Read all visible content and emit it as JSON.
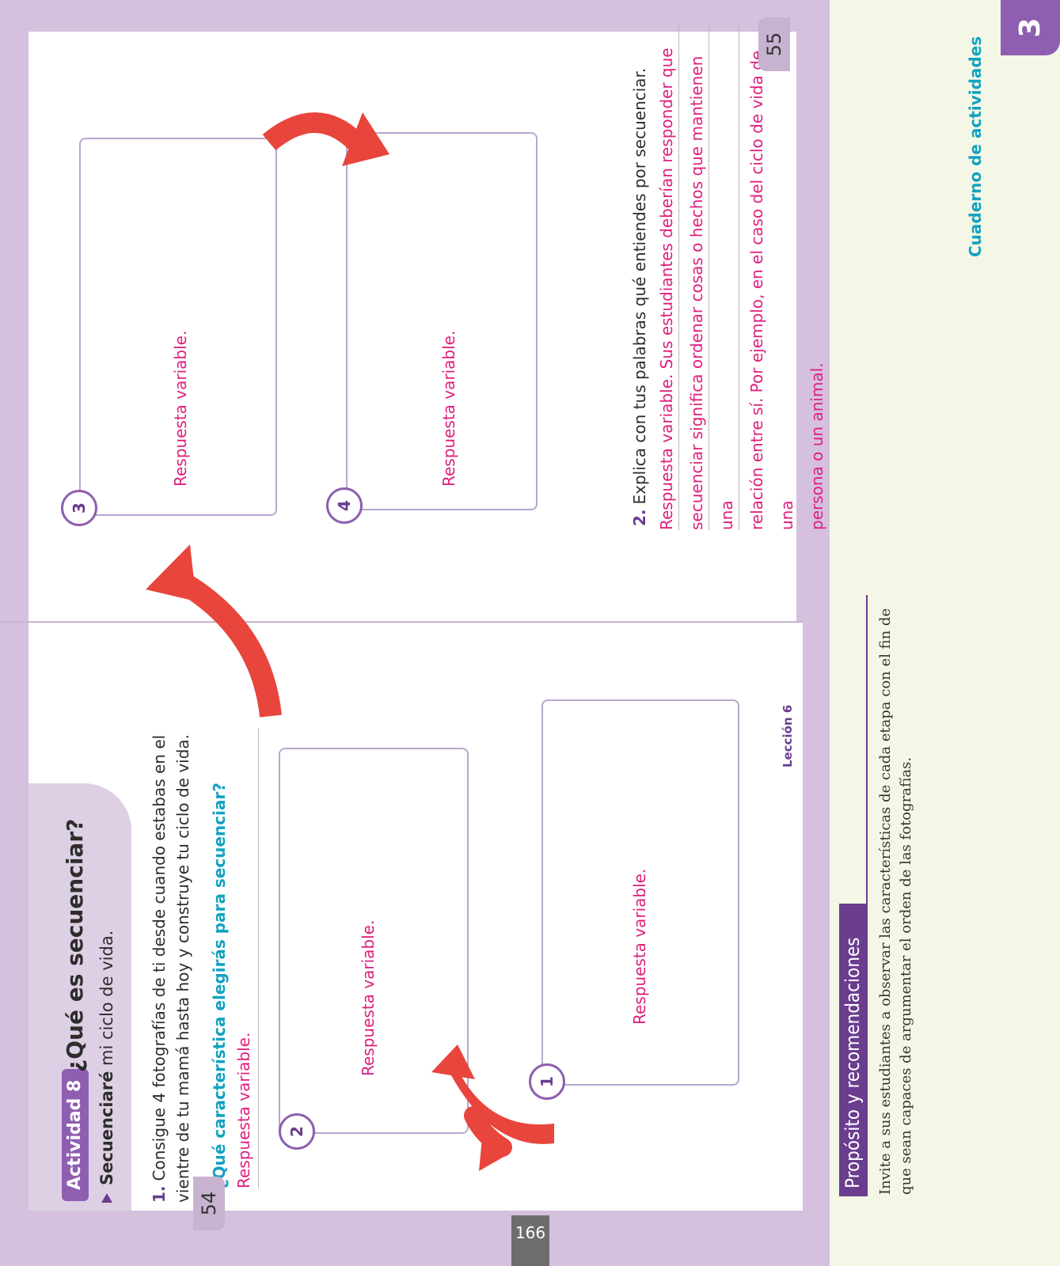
{
  "footer": {
    "page_number": "166"
  },
  "left_page": {
    "badge": "Actividad 8",
    "title": "¿Qué es secuenciar?",
    "subtitle_bold": "Secuenciaré",
    "subtitle_rest": " mi ciclo de vida.",
    "q1_num": "1.",
    "q1_text": "Consigue 4 fotografías de ti desde cuando estabas en el vientre de tu mamá hasta hoy y construye tu ciclo de vida.",
    "cyan_question": "¿Qué característica elegirás para secuenciar?",
    "cyan_answer": "Respuesta variable.",
    "page_number": "54",
    "leccion": "Lección 6",
    "box2": {
      "num": "2",
      "label": "Respuesta variable."
    },
    "box1": {
      "num": "1",
      "label": "Respuesta variable."
    }
  },
  "right_page": {
    "box3": {
      "num": "3",
      "label": "Respuesta variable."
    },
    "box4": {
      "num": "4",
      "label": "Respuesta variable."
    },
    "q2_num": "2.",
    "q2_text": "Explica con tus palabras qué entiendes por secuenciar.",
    "q2_answer_line1": "Respuesta variable. Sus estudiantes deberían responder que",
    "q2_answer_line2": "secuenciar significa ordenar cosas o hechos que mantienen una",
    "q2_answer_line3": "relación entre sí. Por ejemplo, en el caso del ciclo de vida de una",
    "q2_answer_line4": "persona o un animal.",
    "page_number": "55",
    "tab": "3"
  },
  "guide": {
    "heading": "Propósito y recomendaciones",
    "text": "Invite a sus estudiantes a observar las características de cada etapa con el fin de que sean capaces de argumentar el orden de las fotografías.",
    "cuaderno_label": "Cuaderno de actividades"
  },
  "colors": {
    "accent_purple": "#8e5fb0",
    "answer_pink": "#e01e7e",
    "question_cyan": "#12a2c0",
    "arrow_red": "#e8453c"
  }
}
